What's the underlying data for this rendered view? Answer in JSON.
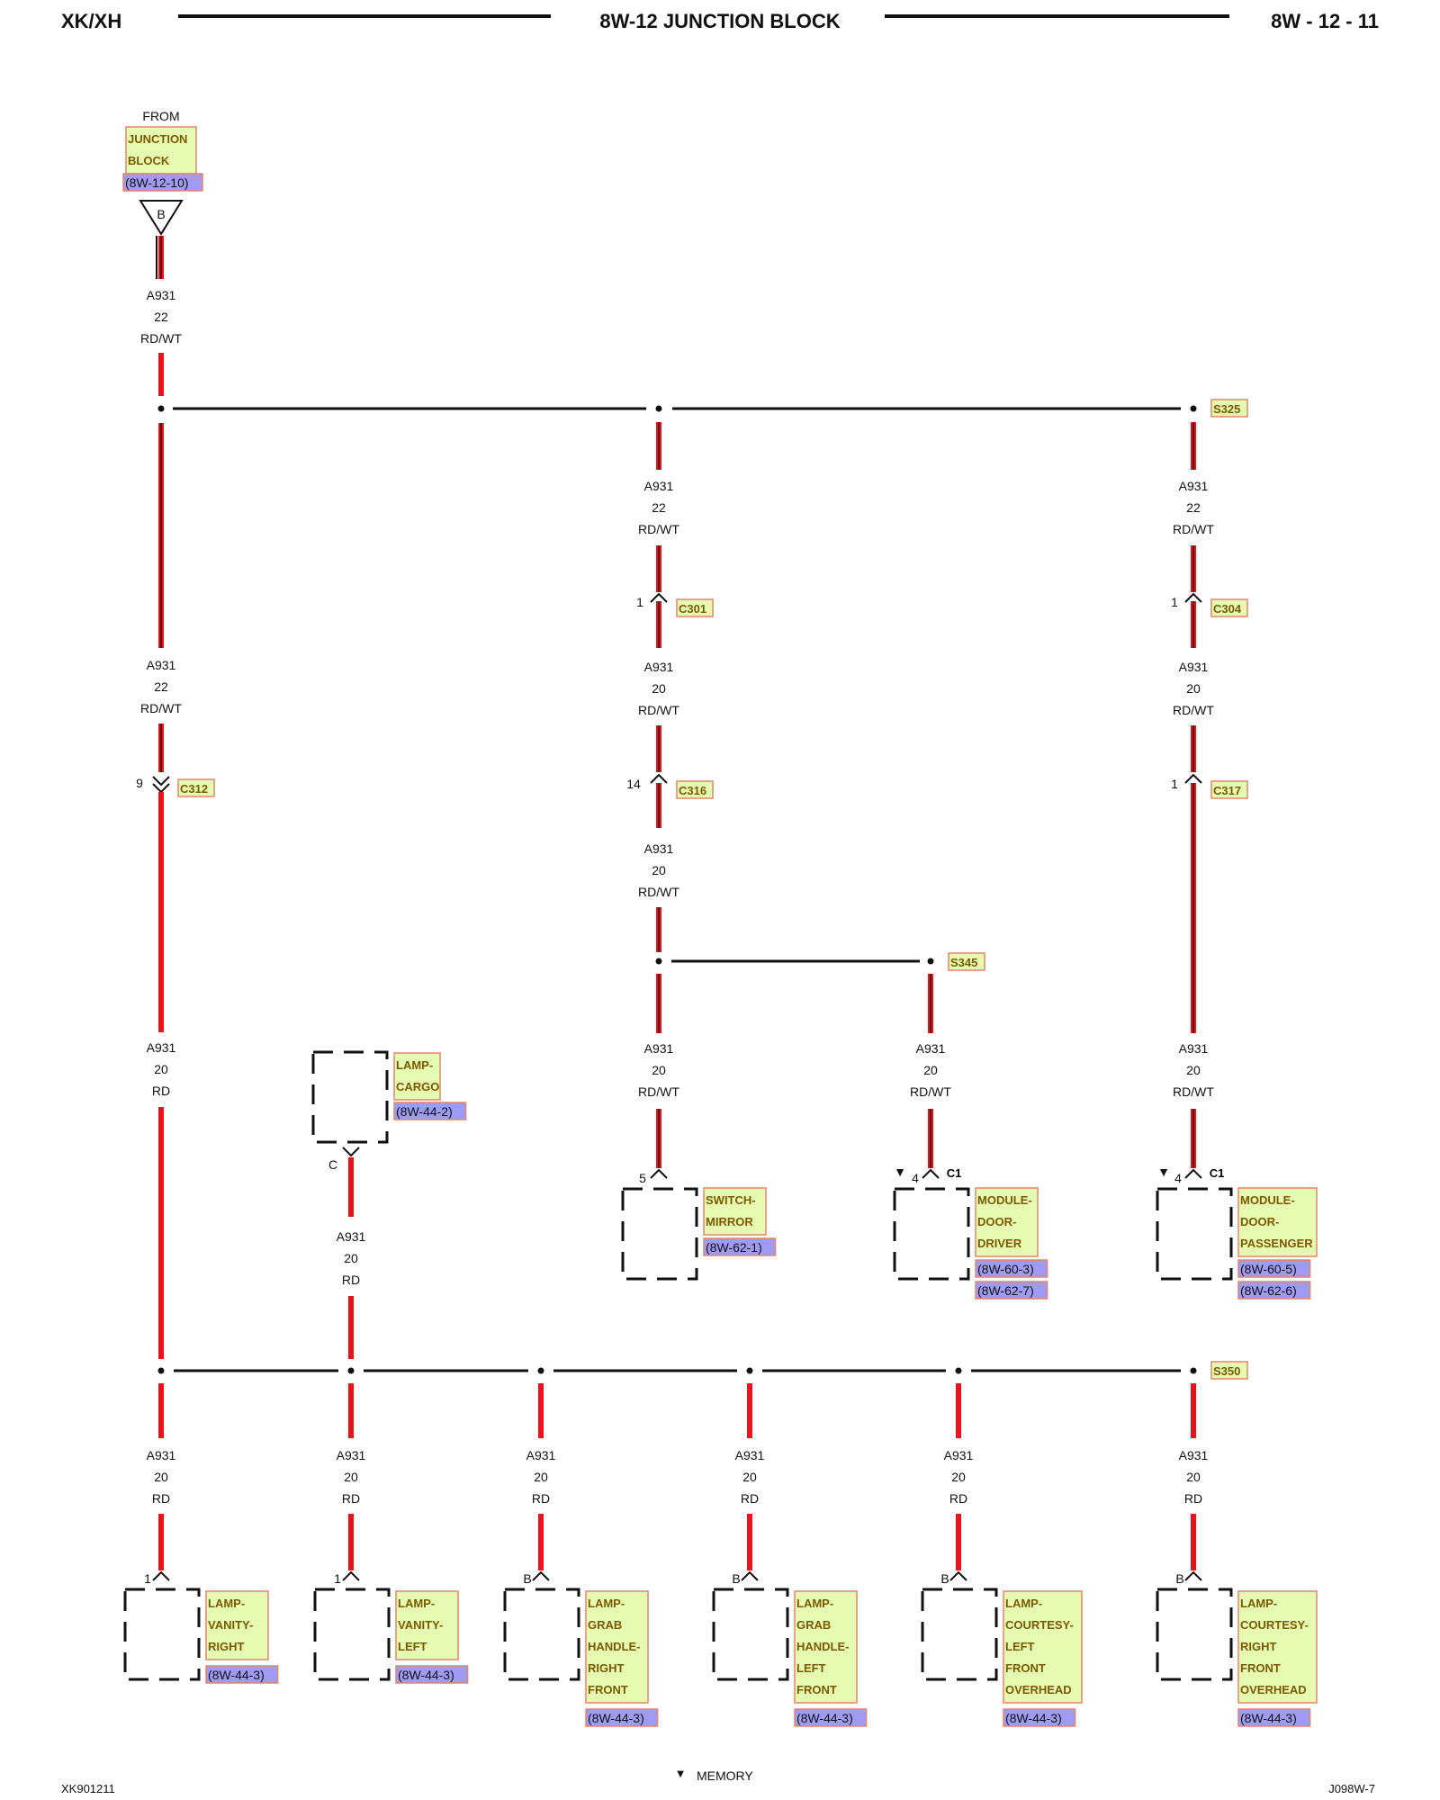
{
  "header": {
    "left": "XK/XH",
    "title": "8W-12 JUNCTION BLOCK",
    "page": "8W - 12 - 11"
  },
  "source": {
    "from": "FROM",
    "name": [
      "JUNCTION",
      "BLOCK"
    ],
    "ref": "(8W-12-10)",
    "pin": "B"
  },
  "wires": {
    "top": [
      "A931",
      "22",
      "RD/WT"
    ],
    "left_upper": [
      "A931",
      "22",
      "RD/WT"
    ],
    "left_lower": [
      "A931",
      "20",
      "RD"
    ],
    "mid_upper": [
      "A931",
      "22",
      "RD/WT"
    ],
    "mid_c301": [
      "A931",
      "20",
      "RD/WT"
    ],
    "mid_c316": [
      "A931",
      "20",
      "RD/WT"
    ],
    "mid_switch": [
      "A931",
      "20",
      "RD/WT"
    ],
    "driver": [
      "A931",
      "20",
      "RD/WT"
    ],
    "right_upper": [
      "A931",
      "22",
      "RD/WT"
    ],
    "right_c304": [
      "A931",
      "20",
      "RD/WT"
    ],
    "passenger": [
      "A931",
      "20",
      "RD/WT"
    ],
    "cargo": [
      "A931",
      "20",
      "RD"
    ],
    "bottom": [
      [
        "A931",
        "20",
        "RD"
      ],
      [
        "A931",
        "20",
        "RD"
      ],
      [
        "A931",
        "20",
        "RD"
      ],
      [
        "A931",
        "20",
        "RD"
      ],
      [
        "A931",
        "20",
        "RD"
      ],
      [
        "A931",
        "20",
        "RD"
      ]
    ]
  },
  "splices": {
    "s325": "S325",
    "s345": "S345",
    "s350": "S350"
  },
  "connectors": {
    "c301": {
      "label": "C301",
      "pin": "1"
    },
    "c304": {
      "label": "C304",
      "pin": "1"
    },
    "c312": {
      "label": "C312",
      "pin": "9"
    },
    "c316": {
      "label": "C316",
      "pin": "14"
    },
    "c317": {
      "label": "C317",
      "pin": "1"
    },
    "driver": {
      "label": "C1",
      "pin": "4"
    },
    "passenger": {
      "label": "C1",
      "pin": "4"
    },
    "cargo": {
      "pin": "C"
    },
    "switch": {
      "pin": "5"
    }
  },
  "components": {
    "cargo": {
      "name": [
        "LAMP-",
        "CARGO"
      ],
      "refs": [
        "(8W-44-2)"
      ]
    },
    "switch": {
      "name": [
        "SWITCH-",
        "MIRROR"
      ],
      "refs": [
        "(8W-62-1)"
      ]
    },
    "driver": {
      "name": [
        "MODULE-",
        "DOOR-",
        "DRIVER"
      ],
      "refs": [
        "(8W-60-3)",
        "(8W-62-7)"
      ]
    },
    "passenger": {
      "name": [
        "MODULE-",
        "DOOR-",
        "PASSENGER"
      ],
      "refs": [
        "(8W-60-5)",
        "(8W-62-6)"
      ]
    },
    "bottom": [
      {
        "pin": "1",
        "name": [
          "LAMP-",
          "VANITY-",
          "RIGHT"
        ],
        "refs": [
          "(8W-44-3)"
        ]
      },
      {
        "pin": "1",
        "name": [
          "LAMP-",
          "VANITY-",
          "LEFT"
        ],
        "refs": [
          "(8W-44-3)"
        ]
      },
      {
        "pin": "B",
        "name": [
          "LAMP-",
          "GRAB",
          "HANDLE-",
          "RIGHT",
          "FRONT"
        ],
        "refs": [
          "(8W-44-3)"
        ]
      },
      {
        "pin": "B",
        "name": [
          "LAMP-",
          "GRAB",
          "HANDLE-",
          "LEFT",
          "FRONT"
        ],
        "refs": [
          "(8W-44-3)"
        ]
      },
      {
        "pin": "B",
        "name": [
          "LAMP-",
          "COURTESY-",
          "LEFT",
          "FRONT",
          "OVERHEAD"
        ],
        "refs": [
          "(8W-44-3)"
        ]
      },
      {
        "pin": "B",
        "name": [
          "LAMP-",
          "COURTESY-",
          "RIGHT",
          "FRONT",
          "OVERHEAD"
        ],
        "refs": [
          "(8W-44-3)"
        ]
      }
    ]
  },
  "legend": {
    "symbol": "▼",
    "text": "MEMORY"
  },
  "footer": {
    "left": "XK901211",
    "right": "J098W-7"
  },
  "colors": {
    "wire_red": "#e8141b",
    "label_green": "#e6fbb2",
    "label_border": "#e3866a",
    "label_text": "#7a5a00",
    "ref_blue": "#9f9bf3",
    "ref_text": "#1a1aa8"
  }
}
